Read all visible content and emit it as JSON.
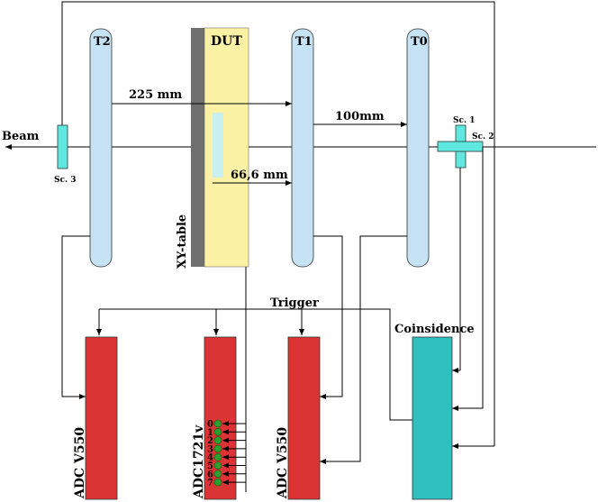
{
  "diagram": {
    "beam_label": "Beam",
    "detectors": {
      "t2": "T2",
      "dut": "DUT",
      "t1": "T1",
      "t0": "T0",
      "xy_table": "XY-table"
    },
    "distances": {
      "t2_t1": "225 mm",
      "t1_t0": "100mm",
      "dut_t1": "66,6 mm"
    },
    "scintillators": {
      "sc1": "Sc. 1",
      "sc2": "Sc. 2",
      "sc3": "Sc. 3"
    },
    "trigger_label": "Trigger",
    "coincidence_label": "Coinsidence",
    "modules": {
      "adc_left": "ADC V550",
      "adc_middle": "ADC1721v",
      "adc_right": "ADC V550"
    },
    "channels": [
      "0",
      "1",
      "2",
      "3",
      "4",
      "5",
      "6",
      "7"
    ],
    "colors": {
      "telescope": "#c6e2f5",
      "dut": "#fbf2a6",
      "xy_table": "#707070",
      "scintillator": "#5ee8e0",
      "adc": "#db3434",
      "coincidence": "#30bfbf",
      "channel_dot": "#2c9e2c"
    }
  }
}
